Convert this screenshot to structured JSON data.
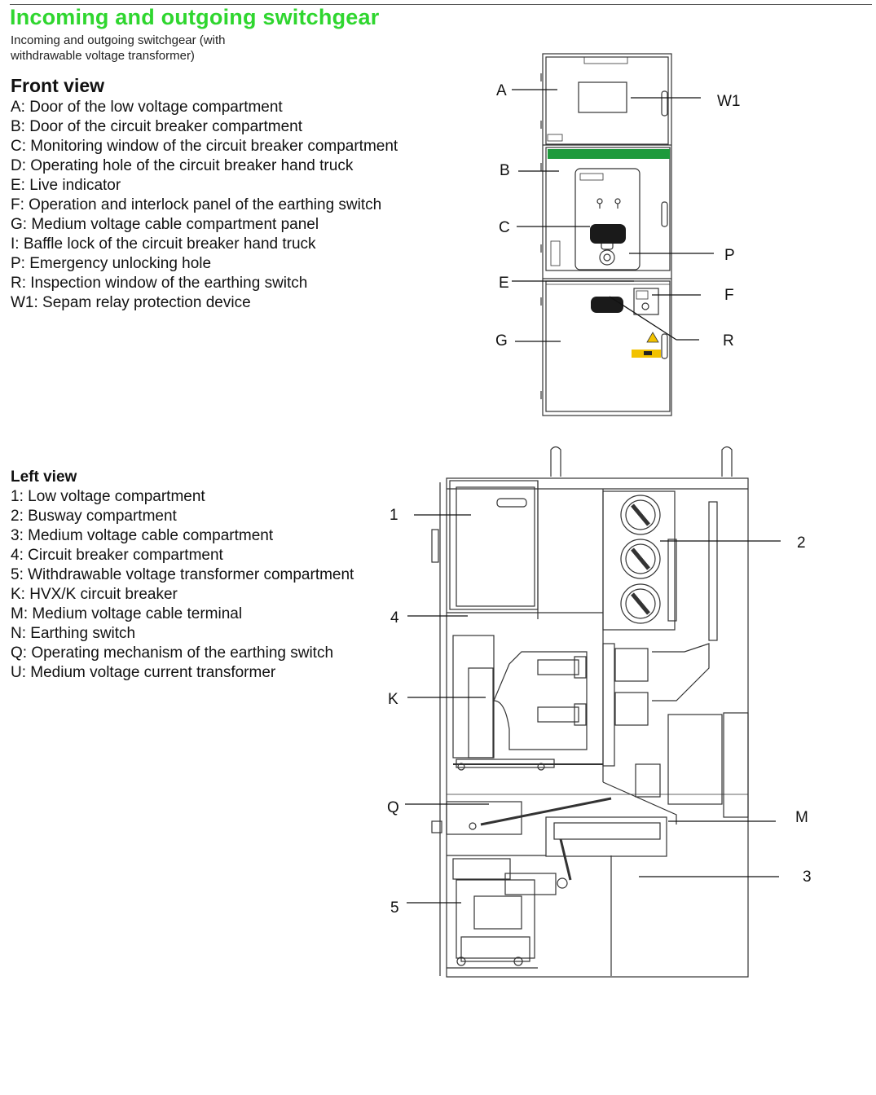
{
  "title": "Incoming and outgoing switchgear",
  "subtitle": "Incoming and outgoing switchgear (with withdrawable voltage transformer)",
  "front_view": {
    "heading": "Front view",
    "items": [
      "A: Door of the low voltage compartment",
      "B: Door of the circuit breaker compartment",
      "C: Monitoring window of the circuit breaker compartment",
      "D: Operating hole of the circuit breaker hand truck",
      "E: Live indicator",
      "F: Operation and interlock panel of the earthing switch",
      "G: Medium voltage cable compartment panel",
      "I:  Baffle lock of the circuit breaker hand truck",
      "P: Emergency unlocking hole",
      "R: Inspection window of the earthing switch",
      "W1: Sepam relay protection device"
    ],
    "callouts": {
      "a": "A",
      "b": "B",
      "c": "C",
      "e": "E",
      "g": "G",
      "w1": "W1",
      "p": "P",
      "f": "F",
      "r": "R"
    }
  },
  "left_view": {
    "heading": "Left view",
    "items": [
      "1: Low voltage compartment",
      "2: Busway compartment",
      "3: Medium voltage cable compartment",
      "4: Circuit breaker compartment",
      "5: Withdrawable voltage transformer compartment",
      "K: HVX/K circuit breaker",
      "M: Medium voltage cable terminal",
      "N: Earthing switch",
      "Q: Operating mechanism of the earthing switch",
      "U: Medium voltage current transformer"
    ],
    "callouts": {
      "c1": "1",
      "c4": "4",
      "k": "K",
      "q": "Q",
      "c5": "5",
      "c2": "2",
      "m": "M",
      "c3": "3"
    }
  },
  "colors": {
    "title": "#2fd62f",
    "panel_stripe": "#1e9a3c",
    "warning": "#f2c200"
  }
}
